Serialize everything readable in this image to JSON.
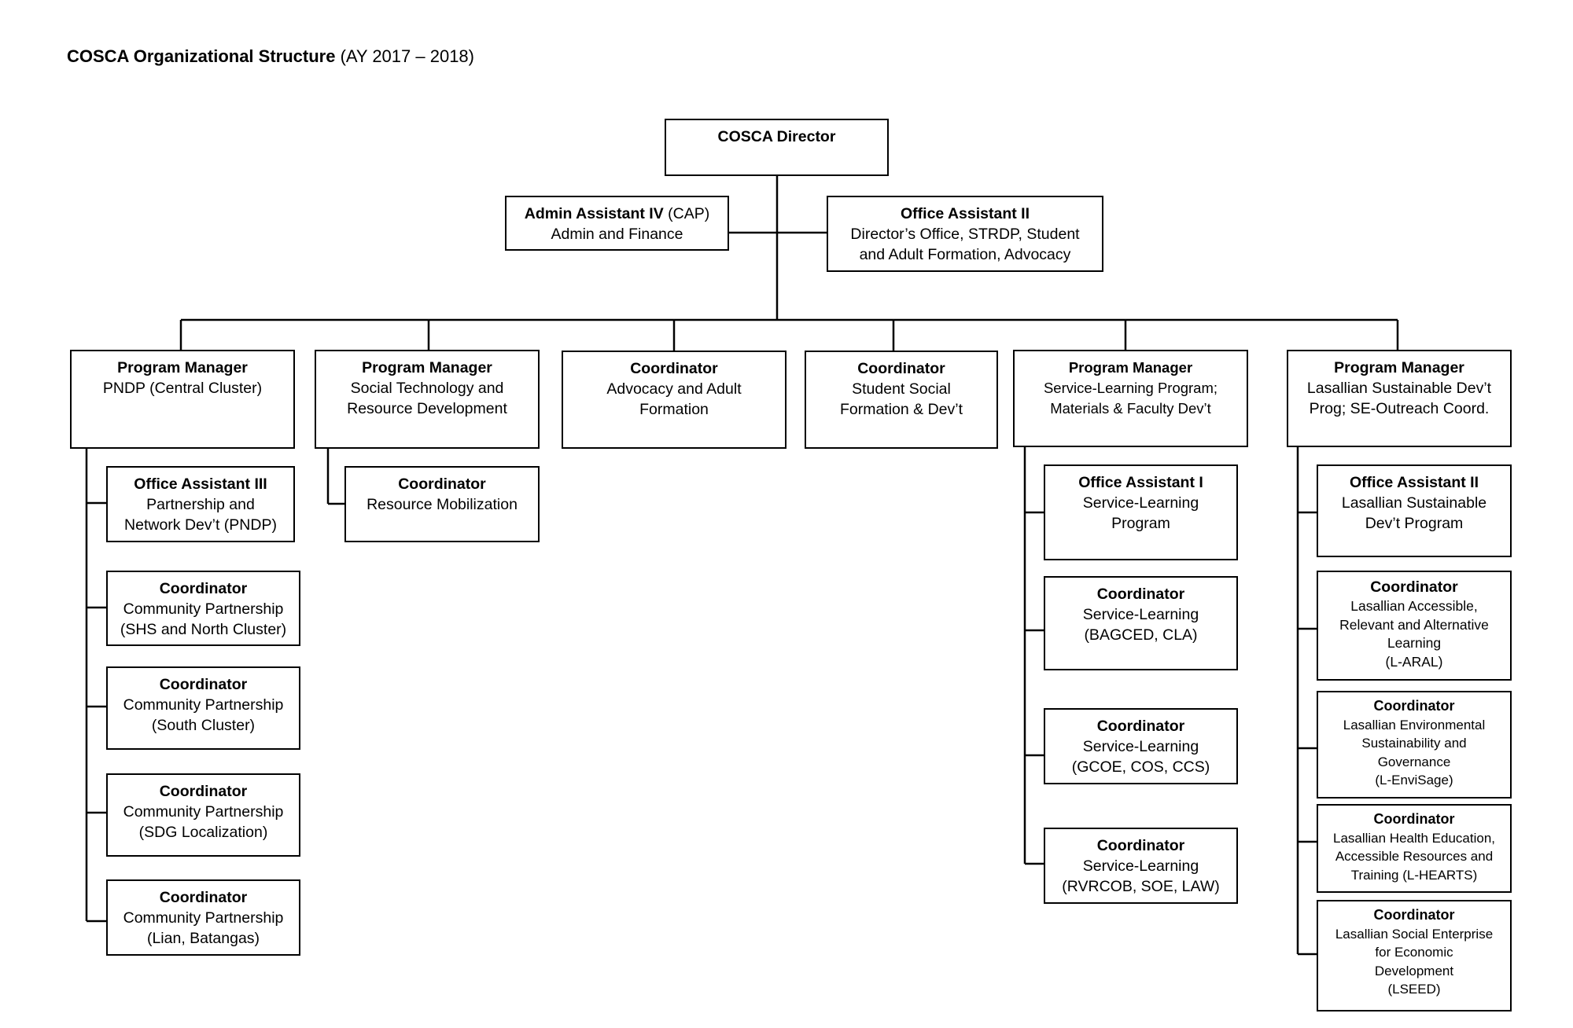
{
  "title": {
    "bold": "COSCA Organizational Structure",
    "rest": " (AY 2017 – 2018)"
  },
  "boxes": {
    "director": {
      "head": "COSCA Director"
    },
    "admin": {
      "head": "Admin Assistant IV",
      "head_suffix": " (CAP)",
      "lines": [
        "Admin and Finance"
      ]
    },
    "office_dir": {
      "head": "Office Assistant II",
      "lines": [
        "Director’s Office, STRDP, Student",
        "and Adult Formation, Advocacy"
      ]
    },
    "pm_pndp": {
      "head": "Program Manager",
      "lines": [
        "PNDP (Central Cluster)"
      ]
    },
    "pm_socialtech": {
      "head": "Program Manager",
      "lines": [
        "Social Technology and",
        "Resource Development"
      ]
    },
    "coord_advocacy": {
      "head": "Coordinator",
      "lines": [
        "Advocacy and Adult",
        "Formation"
      ]
    },
    "coord_student": {
      "head": "Coordinator",
      "lines": [
        "Student Social",
        "Formation & Dev’t"
      ]
    },
    "pm_service": {
      "head": "Program Manager",
      "lines": [
        "Service-Learning Program;",
        "Materials & Faculty Dev’t"
      ]
    },
    "pm_lasallian": {
      "head": "Program Manager",
      "lines": [
        "Lasallian Sustainable Dev’t",
        "Prog; SE-Outreach Coord."
      ]
    },
    "oa3": {
      "head": "Office Assistant III",
      "lines": [
        "Partnership and",
        "Network Dev’t (PNDP)"
      ]
    },
    "c_shs": {
      "head": "Coordinator",
      "lines": [
        "Community Partnership",
        "(SHS and North Cluster)"
      ]
    },
    "c_south": {
      "head": "Coordinator",
      "lines": [
        "Community Partnership",
        "(South Cluster)"
      ]
    },
    "c_sdg": {
      "head": "Coordinator",
      "lines": [
        "Community Partnership",
        "(SDG Localization)"
      ]
    },
    "c_lian": {
      "head": "Coordinator",
      "lines": [
        "Community Partnership",
        "(Lian, Batangas)"
      ]
    },
    "c_resource": {
      "head": "Coordinator",
      "lines": [
        "Resource Mobilization"
      ]
    },
    "oa1": {
      "head": "Office Assistant I",
      "lines": [
        "Service-Learning",
        "Program"
      ]
    },
    "c_bagced": {
      "head": "Coordinator",
      "lines": [
        "Service-Learning",
        "(BAGCED, CLA)"
      ]
    },
    "c_gcoe": {
      "head": "Coordinator",
      "lines": [
        "Service-Learning",
        "(GCOE, COS, CCS)"
      ]
    },
    "c_rvrcob": {
      "head": "Coordinator",
      "lines": [
        "Service-Learning",
        "(RVRCOB, SOE, LAW)"
      ]
    },
    "oa2_lsd": {
      "head": "Office Assistant II",
      "lines": [
        "Lasallian Sustainable",
        "Dev’t Program"
      ]
    },
    "c_laral": {
      "head": "Coordinator",
      "lines": [
        "Lasallian Accessible,",
        "Relevant and Alternative",
        "Learning",
        "(L-ARAL)"
      ]
    },
    "c_envisage": {
      "head": "Coordinator",
      "lines": [
        "Lasallian Environmental",
        "Sustainability and",
        "Governance",
        "(L-EnviSage)"
      ]
    },
    "c_hearts": {
      "head": "Coordinator",
      "lines": [
        "Lasallian Health Education,",
        "Accessible Resources and",
        "Training (L-HEARTS)"
      ]
    },
    "c_lseed": {
      "head": "Coordinator",
      "lines": [
        "Lasallian Social Enterprise",
        "for Economic",
        "Development",
        "(LSEED)"
      ]
    }
  }
}
